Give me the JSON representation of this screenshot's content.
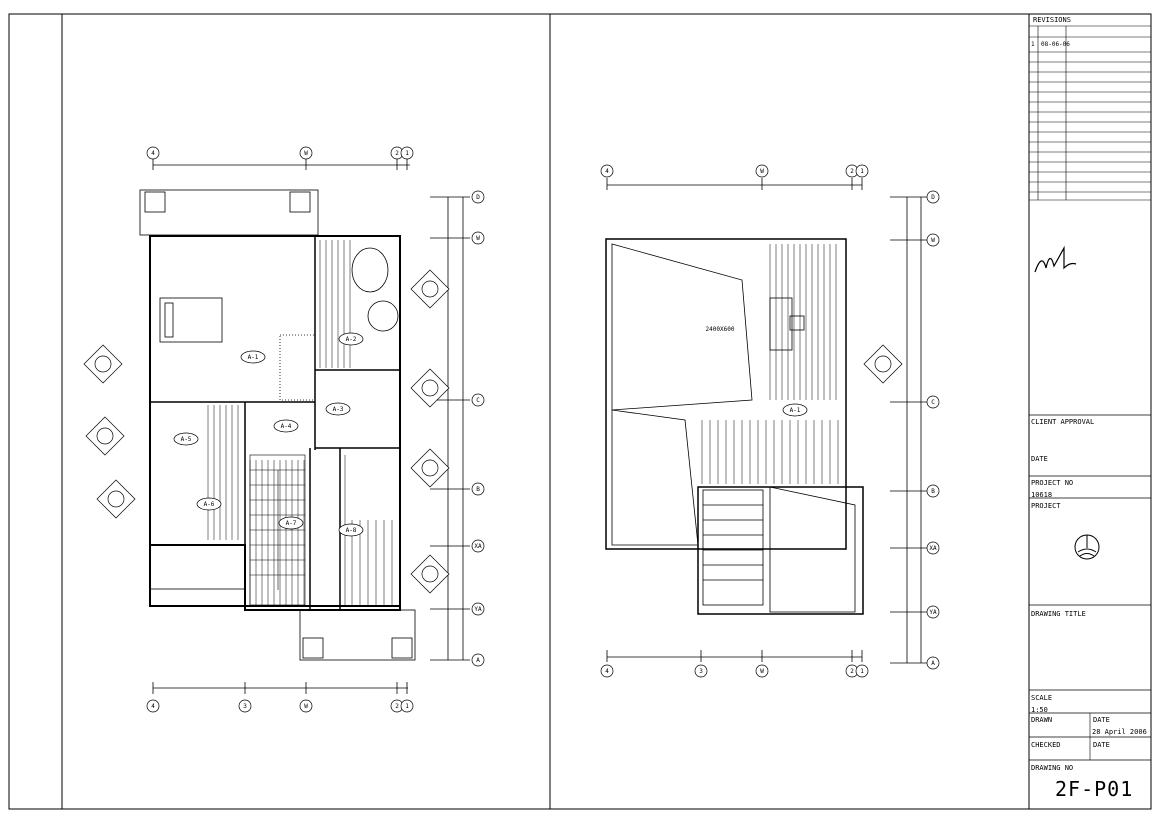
{
  "title_block": {
    "revisions_label": "REVISIONS",
    "rev_no": "1",
    "rev_date": "08-06-06",
    "logo_text": "ml",
    "client_approval_label": "CLIENT APPROVAL",
    "date_label": "DATE",
    "project_no_label": "PROJECT NO",
    "project_no": "10618",
    "project_label": "PROJECT",
    "drawing_title_label": "DRAWING TITLE",
    "scale_label": "SCALE",
    "scale_value": "1:50",
    "drawn_label": "DRAWN",
    "checked_label": "CHECKED",
    "drawn_date": "28 April 2006",
    "drawing_no_label": "DRAWING NO",
    "drawing_no": "2F-P01"
  },
  "plan_left": {
    "grid_top": [
      "4",
      "W",
      "2",
      "1"
    ],
    "grid_bottom": [
      "4",
      "3",
      "W",
      "2",
      "1"
    ],
    "grid_right": [
      "D",
      "W",
      "C",
      "B",
      "XA",
      "YA",
      "A"
    ],
    "tags": [
      "A-1",
      "A-2",
      "A-3",
      "A-4",
      "A-5",
      "A-6",
      "A-7",
      "A-8"
    ]
  },
  "plan_right": {
    "grid_top": [
      "4",
      "W",
      "2",
      "1"
    ],
    "grid_bottom": [
      "4",
      "3",
      "W",
      "2",
      "1"
    ],
    "grid_right": [
      "D",
      "W",
      "C",
      "B",
      "XA",
      "YA",
      "A"
    ],
    "panel_label": "2400X600",
    "tags": [
      "A-1"
    ]
  }
}
